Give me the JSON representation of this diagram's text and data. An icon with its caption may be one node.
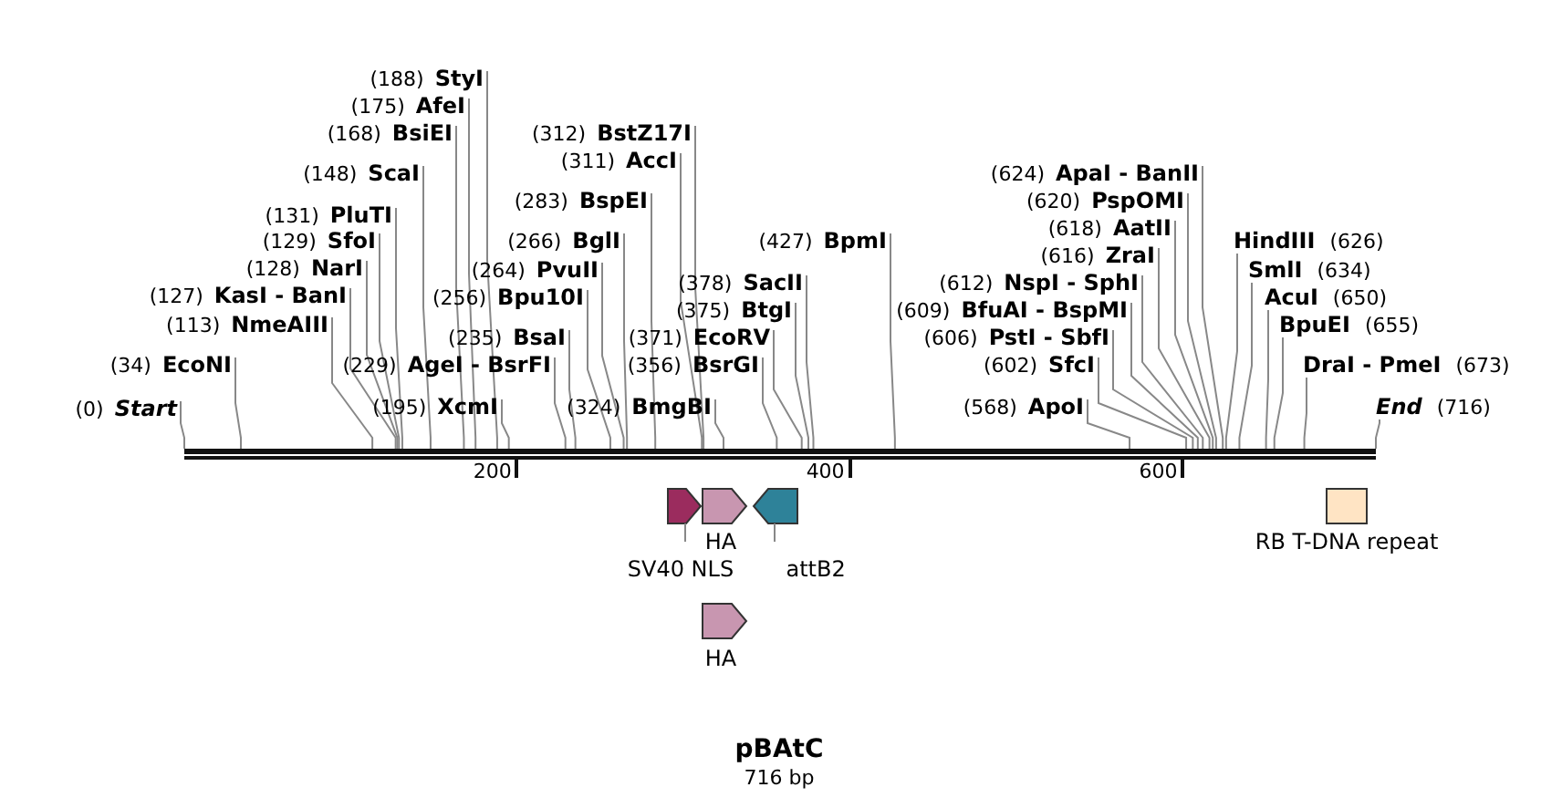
{
  "diagram": {
    "title": "pBAtC",
    "caption": "716 bp",
    "nodes": [
      {
        "text": [
          "(0)",
          "Start"
        ]
      },
      {
        "text": [
          "(34)",
          "EcoNI"
        ]
      },
      {
        "text": [
          "(113)",
          "NmeAIII"
        ]
      },
      {
        "text": [
          "(127)",
          "KasI - BanI"
        ]
      },
      {
        "text": [
          "(128)",
          "NarI"
        ]
      },
      {
        "text": [
          "(129)",
          "SfoI"
        ]
      },
      {
        "text": [
          "(131)",
          "PluTI"
        ]
      },
      {
        "text": [
          "(148)",
          "ScaI"
        ]
      },
      {
        "text": [
          "(168)",
          "BsiEI"
        ]
      },
      {
        "text": [
          "(175)",
          "AfeI"
        ]
      },
      {
        "text": [
          "(188)",
          "StyI"
        ]
      },
      {
        "text": [
          "(195)",
          "XcmI"
        ]
      },
      {
        "text": [
          "(229)",
          "AgeI - BsrFI"
        ]
      },
      {
        "text": [
          "(235)",
          "BsaI"
        ]
      },
      {
        "text": [
          "(256)",
          "Bpu10I"
        ]
      },
      {
        "text": [
          "(264)",
          "PvuII"
        ]
      },
      {
        "text": [
          "(266)",
          "BglI"
        ]
      },
      {
        "text": [
          "(283)",
          "BspEI"
        ]
      },
      {
        "text": [
          "(311)",
          "AccI"
        ]
      },
      {
        "text": [
          "(312)",
          "BstZ17I"
        ]
      },
      {
        "text": [
          "(324)",
          "BmgBI"
        ]
      },
      {
        "text": [
          "(356)",
          "BsrGI"
        ]
      },
      {
        "text": [
          "(371)",
          "EcoRV"
        ]
      },
      {
        "text": [
          "(375)",
          "BtgI"
        ]
      },
      {
        "text": [
          "(378)",
          "SacII"
        ]
      },
      {
        "text": [
          "(427)",
          "BpmI"
        ]
      },
      {
        "text": [
          "(568)",
          "ApoI"
        ]
      },
      {
        "text": [
          "(602)",
          "SfcI"
        ]
      },
      {
        "text": [
          "(606)",
          "PstI - SbfI"
        ]
      },
      {
        "text": [
          "(609)",
          "BfuAI - BspMI"
        ]
      },
      {
        "text": [
          "(612)",
          "NspI - SphI"
        ]
      },
      {
        "text": [
          "(616)",
          "ZraI"
        ]
      },
      {
        "text": [
          "(618)",
          "AatII"
        ]
      },
      {
        "text": [
          "(620)",
          "PspOMI"
        ]
      },
      {
        "text": [
          "(624)",
          "ApaI - BanII"
        ]
      },
      {
        "text": [
          "HindIII",
          "(626)"
        ]
      },
      {
        "text": [
          "SmlI",
          "(634)"
        ]
      },
      {
        "text": [
          "AcuI",
          "(650)"
        ]
      },
      {
        "text": [
          "BpuEI",
          "(655)"
        ]
      },
      {
        "text": [
          "DraI - PmeI",
          "(673)"
        ]
      },
      {
        "text": [
          "End",
          "(716)"
        ]
      },
      {
        "text": [],
        "shape": "bar"
      },
      {
        "text": [
          "SV40 NLS"
        ]
      },
      {
        "text": [
          "HA"
        ]
      },
      {
        "text": [
          "attB2"
        ]
      },
      {
        "text": [
          "HA"
        ]
      },
      {
        "text": [
          "RB T-DNA repeat"
        ]
      }
    ],
    "edges": [
      {
        "from": 0,
        "to": 41,
        "arrow": "none"
      },
      {
        "from": 1,
        "to": 41,
        "arrow": "none"
      },
      {
        "from": 2,
        "to": 41,
        "arrow": "none"
      },
      {
        "from": 3,
        "to": 41,
        "arrow": "none"
      },
      {
        "from": 4,
        "to": 41,
        "arrow": "none"
      },
      {
        "from": 5,
        "to": 41,
        "arrow": "none"
      },
      {
        "from": 6,
        "to": 41,
        "arrow": "none"
      },
      {
        "from": 7,
        "to": 41,
        "arrow": "none"
      },
      {
        "from": 8,
        "to": 41,
        "arrow": "none"
      },
      {
        "from": 9,
        "to": 41,
        "arrow": "none"
      },
      {
        "from": 10,
        "to": 41,
        "arrow": "none"
      },
      {
        "from": 11,
        "to": 41,
        "arrow": "none"
      },
      {
        "from": 12,
        "to": 41,
        "arrow": "none"
      },
      {
        "from": 13,
        "to": 41,
        "arrow": "none"
      },
      {
        "from": 14,
        "to": 41,
        "arrow": "none"
      },
      {
        "from": 15,
        "to": 41,
        "arrow": "none"
      },
      {
        "from": 16,
        "to": 41,
        "arrow": "none"
      },
      {
        "from": 17,
        "to": 41,
        "arrow": "none"
      },
      {
        "from": 18,
        "to": 41,
        "arrow": "none"
      },
      {
        "from": 19,
        "to": 41,
        "arrow": "none"
      },
      {
        "from": 20,
        "to": 41,
        "arrow": "none"
      },
      {
        "from": 21,
        "to": 41,
        "arrow": "none"
      },
      {
        "from": 22,
        "to": 41,
        "arrow": "none"
      },
      {
        "from": 23,
        "to": 41,
        "arrow": "none"
      },
      {
        "from": 24,
        "to": 41,
        "arrow": "none"
      },
      {
        "from": 25,
        "to": 41,
        "arrow": "none"
      },
      {
        "from": 26,
        "to": 41,
        "arrow": "none"
      },
      {
        "from": 27,
        "to": 41,
        "arrow": "none"
      },
      {
        "from": 28,
        "to": 41,
        "arrow": "none"
      },
      {
        "from": 29,
        "to": 41,
        "arrow": "none"
      },
      {
        "from": 30,
        "to": 41,
        "arrow": "none"
      },
      {
        "from": 31,
        "to": 41,
        "arrow": "none"
      },
      {
        "from": 32,
        "to": 41,
        "arrow": "none"
      },
      {
        "from": 33,
        "to": 41,
        "arrow": "none"
      },
      {
        "from": 34,
        "to": 41,
        "arrow": "none"
      },
      {
        "from": 35,
        "to": 41,
        "arrow": "none"
      },
      {
        "from": 36,
        "to": 41,
        "arrow": "none"
      },
      {
        "from": 37,
        "to": 41,
        "arrow": "none"
      },
      {
        "from": 38,
        "to": 41,
        "arrow": "none"
      },
      {
        "from": 39,
        "to": 41,
        "arrow": "none"
      },
      {
        "from": 40,
        "to": 41,
        "arrow": "none"
      }
    ],
    "labels": [
      "200",
      "400",
      "600"
    ]
  }
}
